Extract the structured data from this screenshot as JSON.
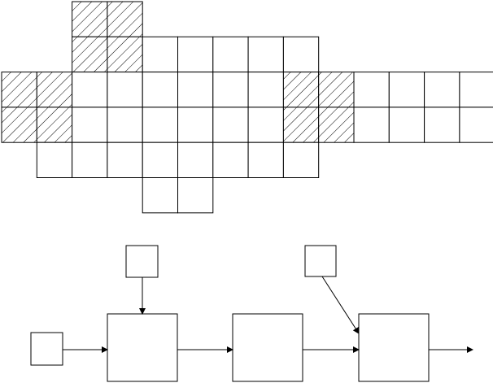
{
  "colors": {
    "stroke": "#000000",
    "background": "#ffffff",
    "hatch": "#000000"
  },
  "grid": {
    "rows": [
      {
        "row": 0,
        "cells": [
          {
            "col": 2,
            "hatched": true
          },
          {
            "col": 3,
            "hatched": true
          }
        ]
      },
      {
        "row": 1,
        "cells": [
          {
            "col": 2,
            "hatched": true
          },
          {
            "col": 3,
            "hatched": true
          },
          {
            "col": 4,
            "hatched": false
          },
          {
            "col": 5,
            "hatched": false
          },
          {
            "col": 6,
            "hatched": false
          },
          {
            "col": 7,
            "hatched": false
          },
          {
            "col": 8,
            "hatched": false
          }
        ]
      },
      {
        "row": 2,
        "cells": [
          {
            "col": 0,
            "hatched": true
          },
          {
            "col": 1,
            "hatched": true
          },
          {
            "col": 2,
            "hatched": false
          },
          {
            "col": 3,
            "hatched": false
          },
          {
            "col": 4,
            "hatched": false
          },
          {
            "col": 5,
            "hatched": false
          },
          {
            "col": 6,
            "hatched": false
          },
          {
            "col": 7,
            "hatched": false
          },
          {
            "col": 8,
            "hatched": true
          },
          {
            "col": 9,
            "hatched": true
          },
          {
            "col": 10,
            "hatched": false
          },
          {
            "col": 11,
            "hatched": false
          },
          {
            "col": 12,
            "hatched": false
          },
          {
            "col": 13,
            "hatched": false
          }
        ]
      },
      {
        "row": 3,
        "cells": [
          {
            "col": 0,
            "hatched": true
          },
          {
            "col": 1,
            "hatched": true
          },
          {
            "col": 2,
            "hatched": false
          },
          {
            "col": 3,
            "hatched": false
          },
          {
            "col": 4,
            "hatched": false
          },
          {
            "col": 5,
            "hatched": false
          },
          {
            "col": 6,
            "hatched": false
          },
          {
            "col": 7,
            "hatched": false
          },
          {
            "col": 8,
            "hatched": true
          },
          {
            "col": 9,
            "hatched": true
          },
          {
            "col": 10,
            "hatched": false
          },
          {
            "col": 11,
            "hatched": false
          },
          {
            "col": 12,
            "hatched": false
          },
          {
            "col": 13,
            "hatched": false
          }
        ]
      },
      {
        "row": 4,
        "cells": [
          {
            "col": 1,
            "hatched": false
          },
          {
            "col": 2,
            "hatched": false
          },
          {
            "col": 3,
            "hatched": false
          },
          {
            "col": 4,
            "hatched": false
          },
          {
            "col": 5,
            "hatched": false
          },
          {
            "col": 6,
            "hatched": false
          },
          {
            "col": 7,
            "hatched": false
          },
          {
            "col": 8,
            "hatched": false
          }
        ]
      },
      {
        "row": 5,
        "cells": [
          {
            "col": 4,
            "hatched": false
          },
          {
            "col": 5,
            "hatched": false
          }
        ]
      }
    ]
  },
  "flow": {
    "boxes": [
      {
        "id": "input-small",
        "size": "small",
        "label": ""
      },
      {
        "id": "top-small-1",
        "size": "small",
        "label": ""
      },
      {
        "id": "top-small-2",
        "size": "small",
        "label": ""
      },
      {
        "id": "block-1",
        "size": "large",
        "label": ""
      },
      {
        "id": "block-2",
        "size": "large",
        "label": ""
      },
      {
        "id": "block-3",
        "size": "large",
        "label": ""
      }
    ],
    "connections": [
      {
        "from": "input-small",
        "to": "block-1"
      },
      {
        "from": "top-small-1",
        "to": "block-1"
      },
      {
        "from": "block-1",
        "to": "block-2"
      },
      {
        "from": "block-2",
        "to": "block-3"
      },
      {
        "from": "top-small-2",
        "to": "block-3"
      },
      {
        "from": "block-3",
        "to": "output"
      }
    ]
  }
}
